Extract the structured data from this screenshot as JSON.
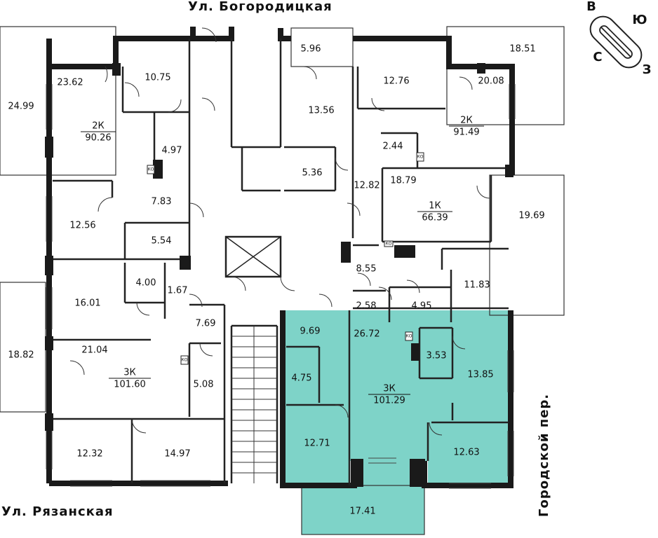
{
  "streets": {
    "top": "Ул. Богородицкая",
    "bottom": "Ул. Рязанская",
    "right": "Городской пер."
  },
  "compass": {
    "north": "С",
    "south": "Ю",
    "east": "В",
    "west": "З"
  },
  "colors": {
    "highlight": "#7ed3c8",
    "wall": "#1a1a1a",
    "line": "#222222"
  },
  "ko_label": "КО",
  "apartments": [
    {
      "id": "2k-west",
      "type": "2К",
      "area": "90.26"
    },
    {
      "id": "2k-east",
      "type": "2К",
      "area": "91.49"
    },
    {
      "id": "1k",
      "type": "1К",
      "area": "66.39"
    },
    {
      "id": "3k-west",
      "type": "3К",
      "area": "101.60"
    },
    {
      "id": "3k-selected",
      "type": "3К",
      "area": "101.29"
    }
  ],
  "rooms": [
    "24.99",
    "23.62",
    "10.75",
    "4.97",
    "12.56",
    "7.83",
    "5.54",
    "16.01",
    "4.00",
    "1.67",
    "7.69",
    "21.04",
    "5.08",
    "18.82",
    "12.32",
    "14.97",
    "5.96",
    "13.56",
    "5.36",
    "12.82",
    "12.76",
    "18.51",
    "20.08",
    "2.44",
    "18.79",
    "19.69",
    "8.55",
    "2.58",
    "4.95",
    "11.83",
    "9.69",
    "26.72",
    "3.53",
    "13.85",
    "4.75",
    "12.71",
    "12.63",
    "17.41"
  ]
}
